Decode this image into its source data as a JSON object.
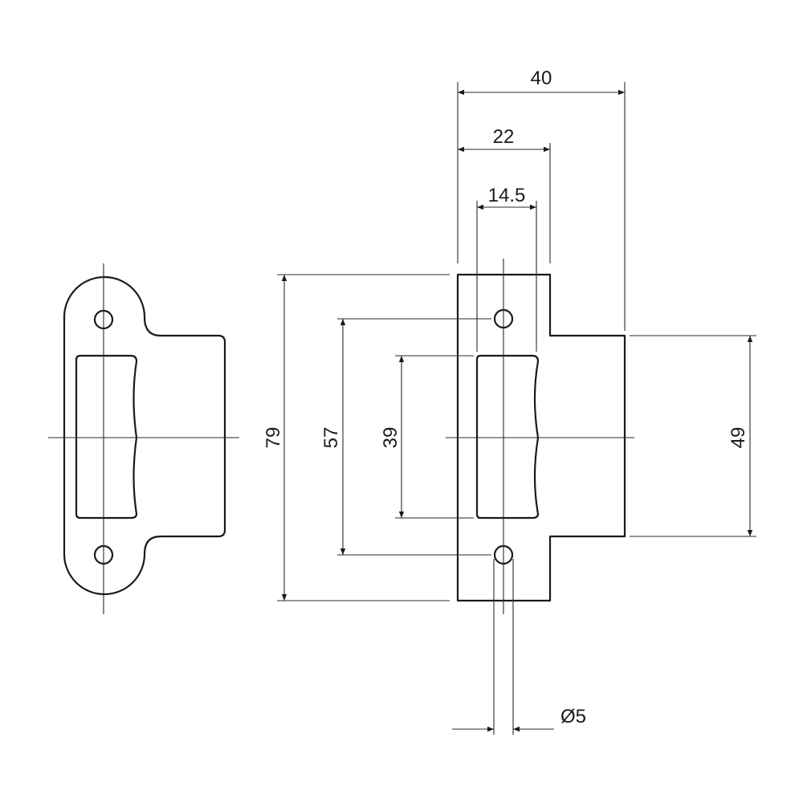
{
  "diagram": {
    "dimensions": {
      "total_width": "40",
      "inner_width": "22",
      "slot_width": "14.5",
      "total_height": "79",
      "hole_spacing": "57",
      "slot_height": "39",
      "tab_height": "49",
      "hole_diameter": "Ø5"
    }
  }
}
